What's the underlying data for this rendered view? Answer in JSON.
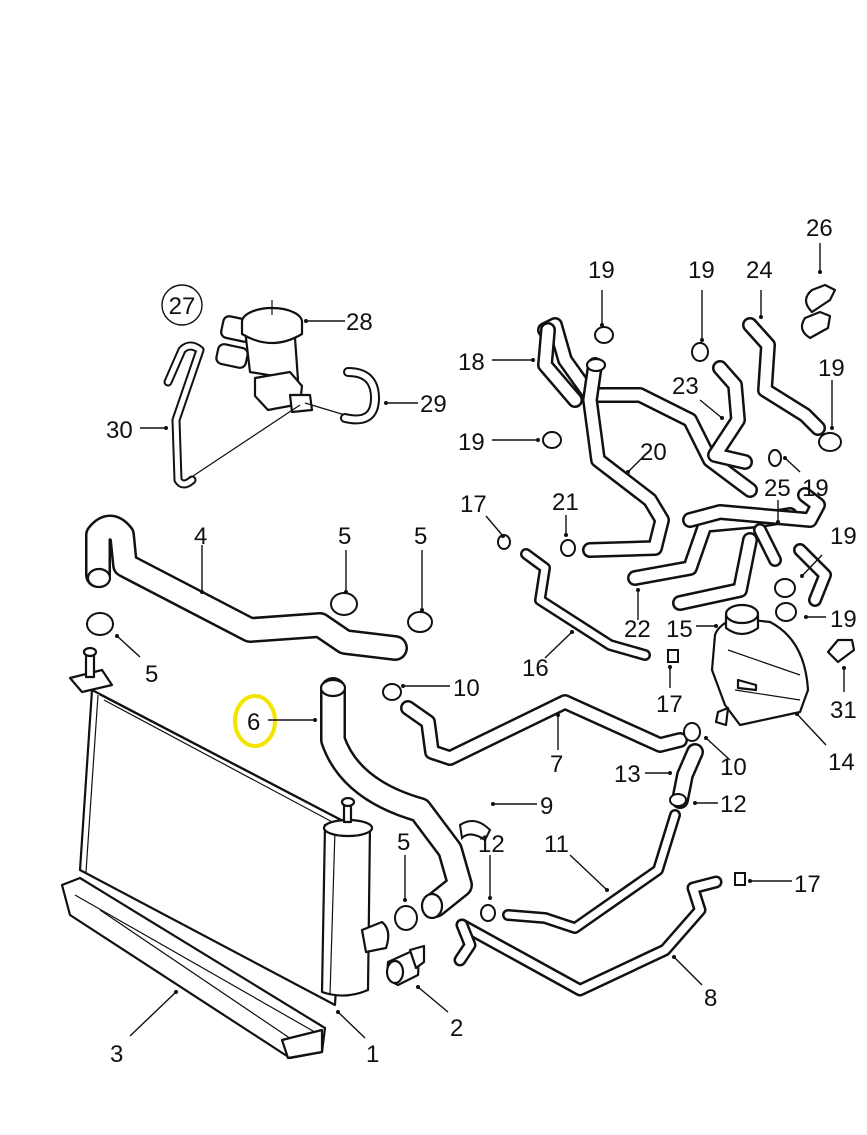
{
  "diagram": {
    "title": "Engine cooling system - radiator, hoses and expansion tank",
    "highlight": {
      "part": "6",
      "color": "#f2e600"
    },
    "group_marker": {
      "label": "27",
      "style": "circled"
    },
    "callouts": [
      {
        "label": "1",
        "part": "radiator"
      },
      {
        "label": "2",
        "part": "drain plug"
      },
      {
        "label": "3",
        "part": "radiator lower bracket"
      },
      {
        "label": "4",
        "part": "upper radiator hose"
      },
      {
        "label": "5",
        "part": "hose clamp"
      },
      {
        "label": "5",
        "part": "hose clamp"
      },
      {
        "label": "5",
        "part": "hose clamp"
      },
      {
        "label": "5",
        "part": "hose clamp"
      },
      {
        "label": "6",
        "part": "lower radiator hose",
        "highlighted": true
      },
      {
        "label": "7",
        "part": "hose"
      },
      {
        "label": "8",
        "part": "hose"
      },
      {
        "label": "9",
        "part": "clamp"
      },
      {
        "label": "10",
        "part": "clamp"
      },
      {
        "label": "10",
        "part": "clamp"
      },
      {
        "label": "11",
        "part": "hose"
      },
      {
        "label": "12",
        "part": "clamp"
      },
      {
        "label": "12",
        "part": "clamp"
      },
      {
        "label": "13",
        "part": "hose"
      },
      {
        "label": "14",
        "part": "expansion tank"
      },
      {
        "label": "15",
        "part": "expansion tank cap"
      },
      {
        "label": "16",
        "part": "bleed hose"
      },
      {
        "label": "17",
        "part": "clip"
      },
      {
        "label": "17",
        "part": "clip"
      },
      {
        "label": "17",
        "part": "clip"
      },
      {
        "label": "18",
        "part": "heater hose"
      },
      {
        "label": "19",
        "part": "clamp"
      },
      {
        "label": "19",
        "part": "clamp"
      },
      {
        "label": "19",
        "part": "clamp"
      },
      {
        "label": "19",
        "part": "clamp"
      },
      {
        "label": "19",
        "part": "clamp"
      },
      {
        "label": "19",
        "part": "clamp"
      },
      {
        "label": "19",
        "part": "clamp"
      },
      {
        "label": "20",
        "part": "heater hose"
      },
      {
        "label": "21",
        "part": "clamp"
      },
      {
        "label": "22",
        "part": "hose"
      },
      {
        "label": "23",
        "part": "hose"
      },
      {
        "label": "24",
        "part": "hose"
      },
      {
        "label": "25",
        "part": "hose assembly"
      },
      {
        "label": "26",
        "part": "bracket clip"
      },
      {
        "label": "28",
        "part": "solenoid valve"
      },
      {
        "label": "29",
        "part": "vacuum hose"
      },
      {
        "label": "30",
        "part": "vacuum hose"
      },
      {
        "label": "31",
        "part": "connector"
      }
    ]
  }
}
